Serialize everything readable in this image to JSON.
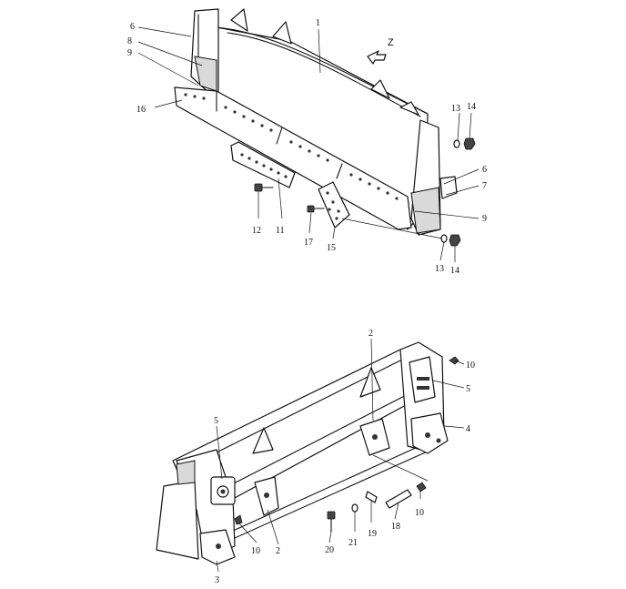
{
  "diagram": {
    "upper_assembly": {
      "view_arrow_label": "Z",
      "callouts": [
        {
          "id": "c-1",
          "text": "1"
        },
        {
          "id": "c-6a",
          "text": "6"
        },
        {
          "id": "c-8",
          "text": "8"
        },
        {
          "id": "c-9a",
          "text": "9"
        },
        {
          "id": "c-16",
          "text": "16"
        },
        {
          "id": "c-13a",
          "text": "13"
        },
        {
          "id": "c-14a",
          "text": "14"
        },
        {
          "id": "c-6b",
          "text": "6"
        },
        {
          "id": "c-7",
          "text": "7"
        },
        {
          "id": "c-9b",
          "text": "9"
        },
        {
          "id": "c-12",
          "text": "12"
        },
        {
          "id": "c-11",
          "text": "11"
        },
        {
          "id": "c-17",
          "text": "17"
        },
        {
          "id": "c-15",
          "text": "15"
        },
        {
          "id": "c-13b",
          "text": "13"
        },
        {
          "id": "c-14b",
          "text": "14"
        }
      ]
    },
    "lower_assembly": {
      "callouts": [
        {
          "id": "c-2a",
          "text": "2"
        },
        {
          "id": "c-10a",
          "text": "10"
        },
        {
          "id": "c-5a",
          "text": "5"
        },
        {
          "id": "c-4",
          "text": "4"
        },
        {
          "id": "c-5b",
          "text": "5"
        },
        {
          "id": "c-10b",
          "text": "10"
        },
        {
          "id": "c-18",
          "text": "18"
        },
        {
          "id": "c-19",
          "text": "19"
        },
        {
          "id": "c-21",
          "text": "21"
        },
        {
          "id": "c-20",
          "text": "20"
        },
        {
          "id": "c-10c",
          "text": "10"
        },
        {
          "id": "c-2b",
          "text": "2"
        },
        {
          "id": "c-3",
          "text": "3"
        }
      ]
    }
  }
}
